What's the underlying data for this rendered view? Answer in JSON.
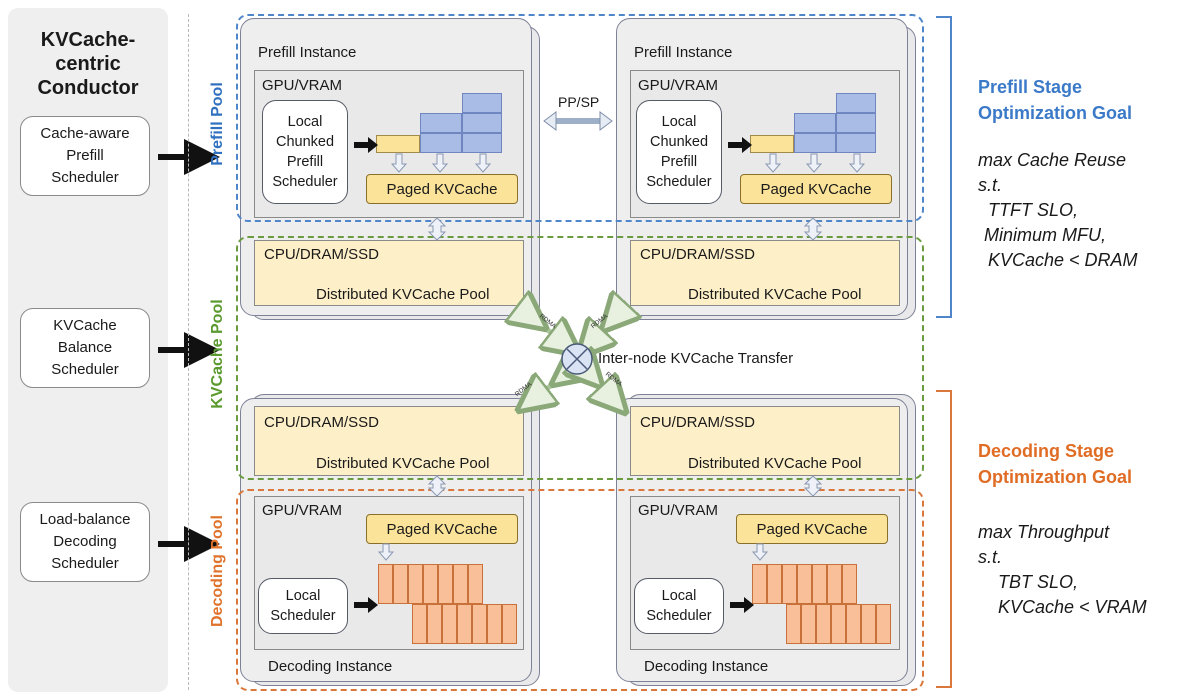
{
  "conductor": {
    "title_line1": "KVCache-",
    "title_line2": "centric",
    "title_line3": "Conductor",
    "schedulers": [
      {
        "line1": "Cache-aware",
        "line2": "Prefill",
        "line3": "Scheduler"
      },
      {
        "line1": "KVCache",
        "line2": "Balance",
        "line3": "Scheduler"
      },
      {
        "line1": "Load-balance",
        "line2": "Decoding",
        "line3": "Scheduler"
      }
    ]
  },
  "pools": {
    "prefill": "Prefill Pool",
    "kvcache": "KVCache Pool",
    "decoding": "Decoding Pool"
  },
  "prefill_instance": {
    "title": "Prefill Instance",
    "gpu_label": "GPU/VRAM",
    "scheduler_line1": "Local",
    "scheduler_line2": "Chunked",
    "scheduler_line3": "Prefill",
    "scheduler_line4": "Scheduler",
    "paged": "Paged KVCache"
  },
  "cpu_section": {
    "title": "CPU/DRAM/SSD",
    "pool": "Distributed KVCache Pool"
  },
  "decoding_instance": {
    "title": "Decoding Instance",
    "gpu_label": "GPU/VRAM",
    "paged": "Paged KVCache",
    "scheduler_line1": "Local",
    "scheduler_line2": "Scheduler"
  },
  "links": {
    "pp_sp": "PP/SP",
    "transfer": "Inter-node KVCache Transfer",
    "rdma": "RDMA"
  },
  "goals": {
    "prefill": {
      "title_line1": "Prefill Stage",
      "title_line2": "Optimization Goal",
      "line1": "max Cache Reuse",
      "line2": "s.t.",
      "line3": "TTFT SLO,",
      "line4": "Minimum MFU,",
      "line5": "KVCache < DRAM"
    },
    "decoding": {
      "title_line1": "Decoding Stage",
      "title_line2": "Optimization Goal",
      "line1": "max Throughput",
      "line2": "s.t.",
      "line3": "TBT SLO,",
      "line4": "KVCache < VRAM"
    }
  },
  "colors": {
    "prefill": "#2f6fbf",
    "kvcache": "#5a9a2e",
    "decoding": "#e0732c",
    "prefill_title": "#3b7ac8",
    "decoding_title": "#e06d25"
  }
}
